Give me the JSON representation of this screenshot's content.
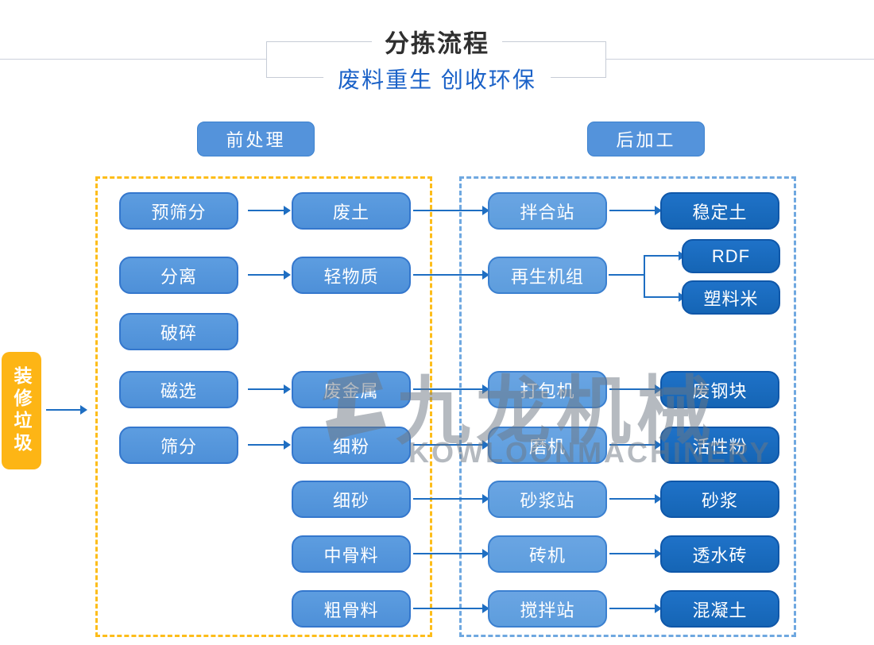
{
  "header": {
    "title": "分拣流程",
    "subtitle": "废料重生 创收环保"
  },
  "stage_labels": {
    "pre": "前处理",
    "post": "后加工"
  },
  "source_label": "装修垃圾",
  "watermark": {
    "cn": "九龙机械",
    "en": "KOWLOONMACHINERY"
  },
  "flow": {
    "pretreatment_col": [
      "预筛分",
      "分离",
      "破碎",
      "磁选",
      "筛分"
    ],
    "material_col": [
      "废土",
      "轻物质",
      "废金属",
      "细粉",
      "细砂",
      "中骨料",
      "粗骨料"
    ],
    "process_col": [
      "拌合站",
      "再生机组",
      "打包机",
      "磨机",
      "砂浆站",
      "砖机",
      "搅拌站"
    ],
    "product_col": [
      "稳定土",
      "RDF",
      "塑料米",
      "废钢块",
      "活性粉",
      "砂浆",
      "透水砖",
      "混凝土"
    ]
  },
  "colors": {
    "box_blue": "#4e90d8",
    "box_blue_light": "#5d9ddd",
    "box_dark": "#1565b5",
    "stage_blue": "#5493db",
    "yellow": "#fdb515",
    "dash_yellow": "#fdbd1a",
    "dash_blue": "#6fa8e0",
    "arrow": "#1e6ec2",
    "subtitle_blue": "#1b62c8"
  }
}
